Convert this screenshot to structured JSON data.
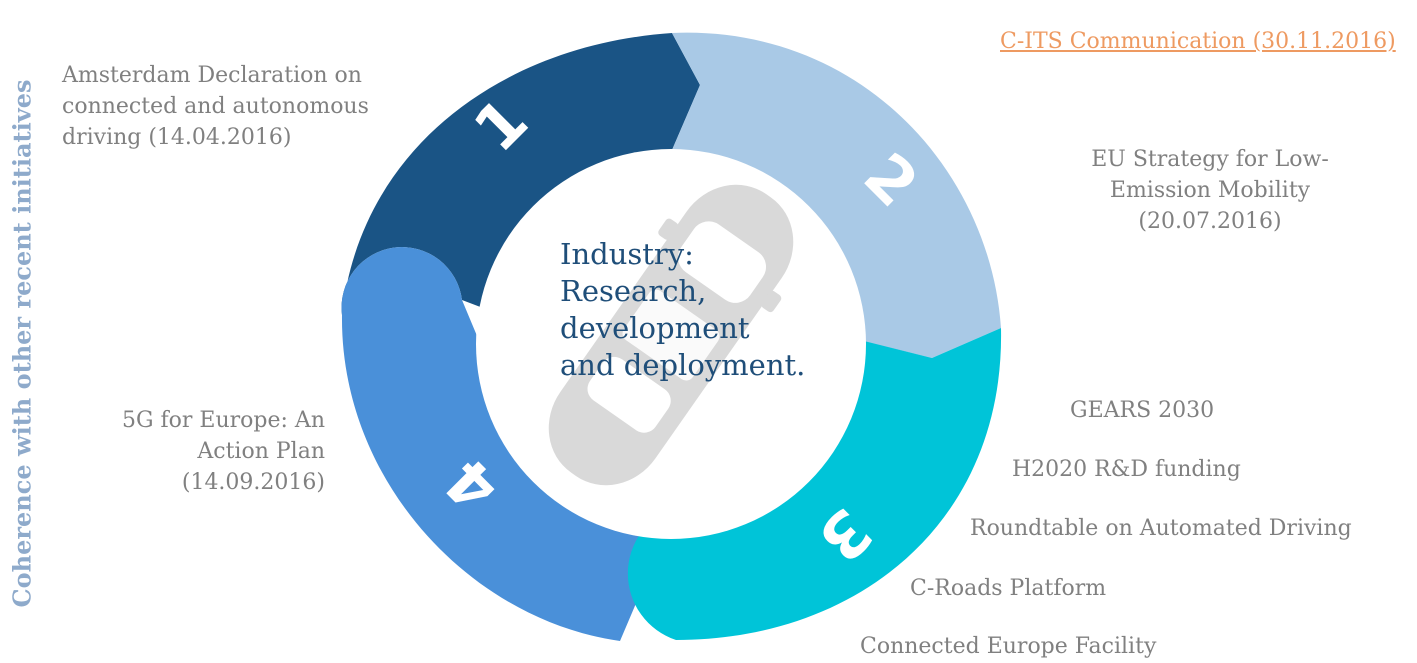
{
  "side_title": "Coherence with other recent initiatives",
  "center_text": [
    "Industry:",
    "Research,",
    "development",
    "and deployment."
  ],
  "segments": [
    {
      "number": "1",
      "color": "#1a5485"
    },
    {
      "number": "2",
      "color": "#a9c9e6"
    },
    {
      "number": "3",
      "color": "#00c4d8"
    },
    {
      "number": "4",
      "color": "#4a90d9"
    }
  ],
  "labels": {
    "amsterdam": [
      "Amsterdam Declaration on",
      "connected and autonomous",
      "driving (14.04.2016)"
    ],
    "cits_link": "C-ITS Communication (30.11.2016)",
    "eu_strategy": [
      "EU Strategy for Low-",
      "Emission Mobility",
      "(20.07.2016)"
    ],
    "fiveg": [
      "5G for Europe: An",
      "Action Plan",
      "(14.09.2016)"
    ],
    "gears": "GEARS 2030",
    "h2020": "H2020 R&D funding",
    "roundtable": "Roundtable on Automated Driving",
    "croads": "C-Roads Platform",
    "cef": "Connected Europe Facility"
  },
  "icon": "car-icon"
}
